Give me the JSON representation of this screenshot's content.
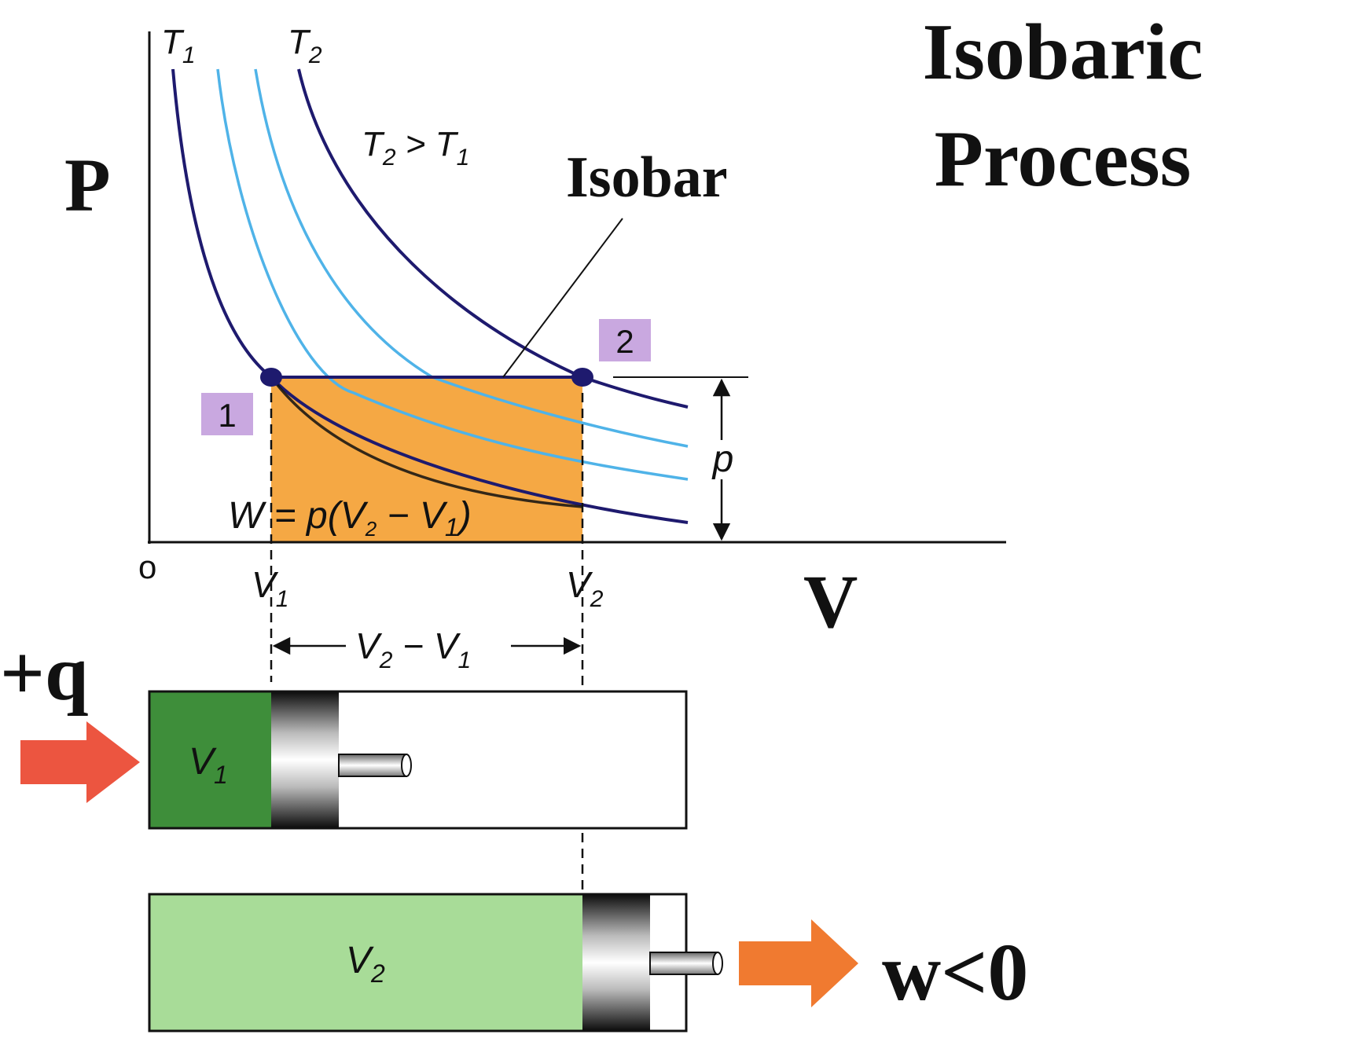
{
  "title": {
    "line1": "Isobaric",
    "line2": "Process"
  },
  "axes": {
    "y_label": "P",
    "x_label": "V",
    "origin_label": "o",
    "v1_tick": {
      "main": "V",
      "sub": "1"
    },
    "v2_tick": {
      "main": "V",
      "sub": "2"
    }
  },
  "isotherm_labels": {
    "t1": {
      "main": "T",
      "sub": "1"
    },
    "t2": {
      "main": "T",
      "sub": "2"
    }
  },
  "temperature_relation": {
    "t2": "T",
    "t2_sub": "2",
    "op": " > ",
    "t1": "T",
    "t1_sub": "1"
  },
  "isobar_label": "Isobar",
  "state_badges": {
    "state1": "1",
    "state2": "2"
  },
  "pressure_label": "p",
  "work_formula": {
    "lhs": "W = p(V",
    "sub2": "2",
    "mid": " − V",
    "sub1": "1",
    "rhs": ")"
  },
  "volume_change": {
    "a": "V",
    "a_sub": "2",
    "op": " − ",
    "b": "V",
    "b_sub": "1"
  },
  "heat_label": "+q",
  "work_sign_label": "w<0",
  "cylinder_initial": {
    "gas_label": "V",
    "gas_sub": "1"
  },
  "cylinder_final": {
    "gas_label": "V",
    "gas_sub": "2"
  },
  "colors": {
    "work_area": "#f5a844",
    "isotherm_dark": "#1e1a6e",
    "isotherm_light": "#4fb3e8",
    "badge_fill": "#c9a8e0",
    "gas_initial": "#3e8e3a",
    "gas_final": "#a8dc98",
    "heat_arrow": "#ec5540",
    "work_arrow": "#f07a30"
  }
}
